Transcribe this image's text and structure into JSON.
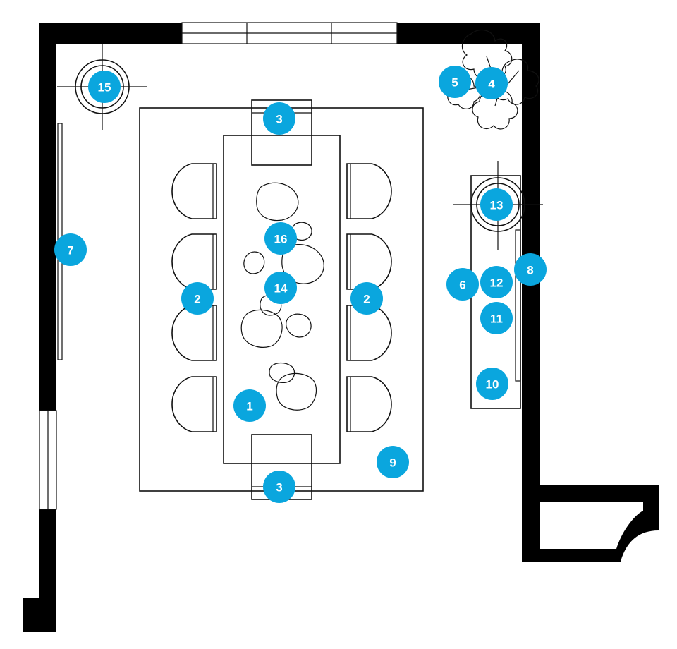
{
  "colors": {
    "wall": "#000000",
    "line": "#111111",
    "marker": "#0aa6de",
    "marker_text": "#ffffff",
    "background": "#ffffff"
  },
  "markers": [
    {
      "name": "marker-1",
      "label": "1"
    },
    {
      "name": "marker-2-left",
      "label": "2"
    },
    {
      "name": "marker-2-right",
      "label": "2"
    },
    {
      "name": "marker-3-top",
      "label": "3"
    },
    {
      "name": "marker-3-bottom",
      "label": "3"
    },
    {
      "name": "marker-4",
      "label": "4"
    },
    {
      "name": "marker-5",
      "label": "5"
    },
    {
      "name": "marker-6",
      "label": "6"
    },
    {
      "name": "marker-7",
      "label": "7"
    },
    {
      "name": "marker-8",
      "label": "8"
    },
    {
      "name": "marker-9",
      "label": "9"
    },
    {
      "name": "marker-10",
      "label": "10"
    },
    {
      "name": "marker-11",
      "label": "11"
    },
    {
      "name": "marker-12",
      "label": "12"
    },
    {
      "name": "marker-13",
      "label": "13"
    },
    {
      "name": "marker-14",
      "label": "14"
    },
    {
      "name": "marker-15",
      "label": "15"
    },
    {
      "name": "marker-16",
      "label": "16"
    }
  ]
}
